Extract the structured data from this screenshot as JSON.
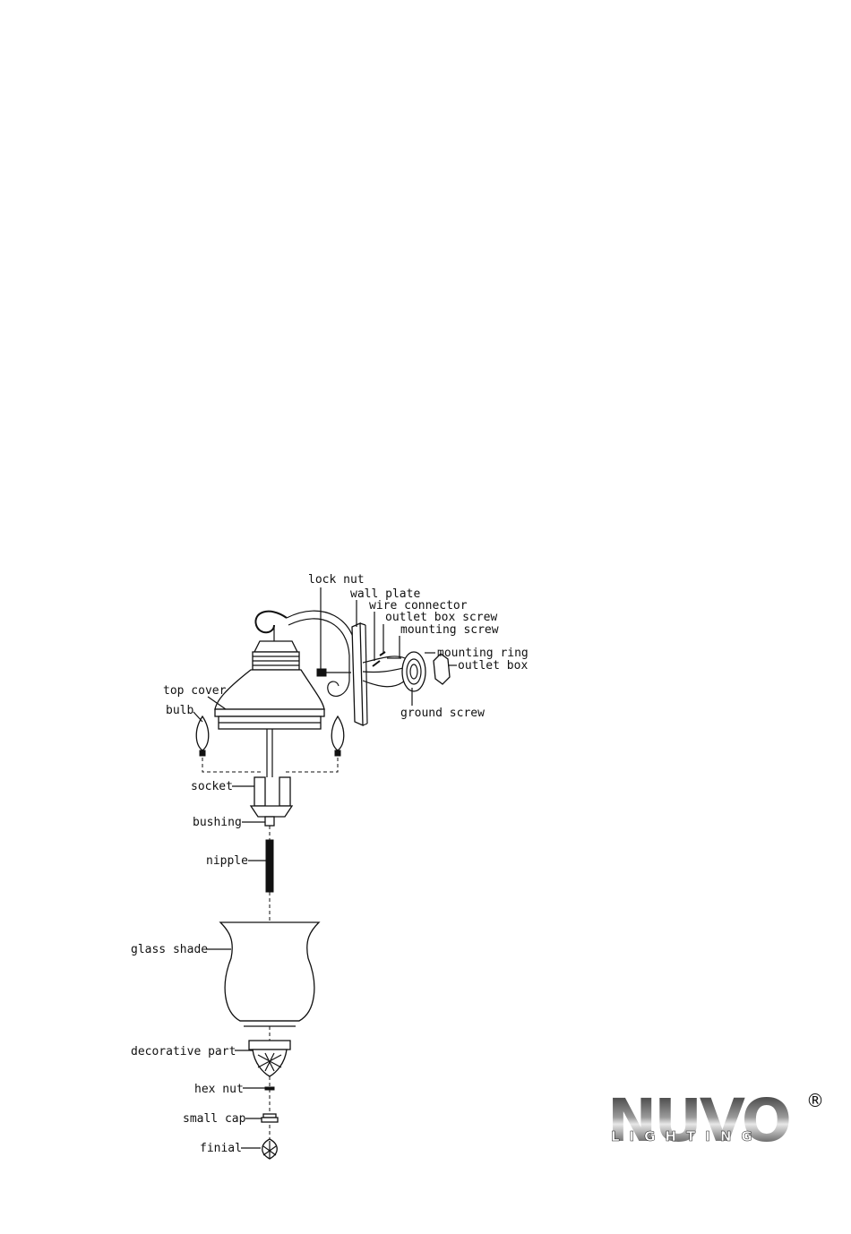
{
  "diagram": {
    "labels": {
      "lock_nut": "lock nut",
      "wall_plate": "wall plate",
      "wire_connector": "wire connector",
      "outlet_box_screw": "outlet box screw",
      "mounting_screw": "mounting screw",
      "mounting_ring": "mounting ring",
      "outlet_box": "outlet box",
      "ground_screw": "ground screw",
      "top_cover": "top cover",
      "bulb": "bulb",
      "socket": "socket",
      "bushing": "bushing",
      "nipple": "nipple",
      "glass_shade": "glass shade",
      "decorative_part": "decorative part",
      "hex_nut": "hex nut",
      "small_cap": "small cap",
      "finial": "finial"
    }
  },
  "logo": {
    "brand": "NUVO",
    "sub": "LIGHTING",
    "mark": "®"
  }
}
